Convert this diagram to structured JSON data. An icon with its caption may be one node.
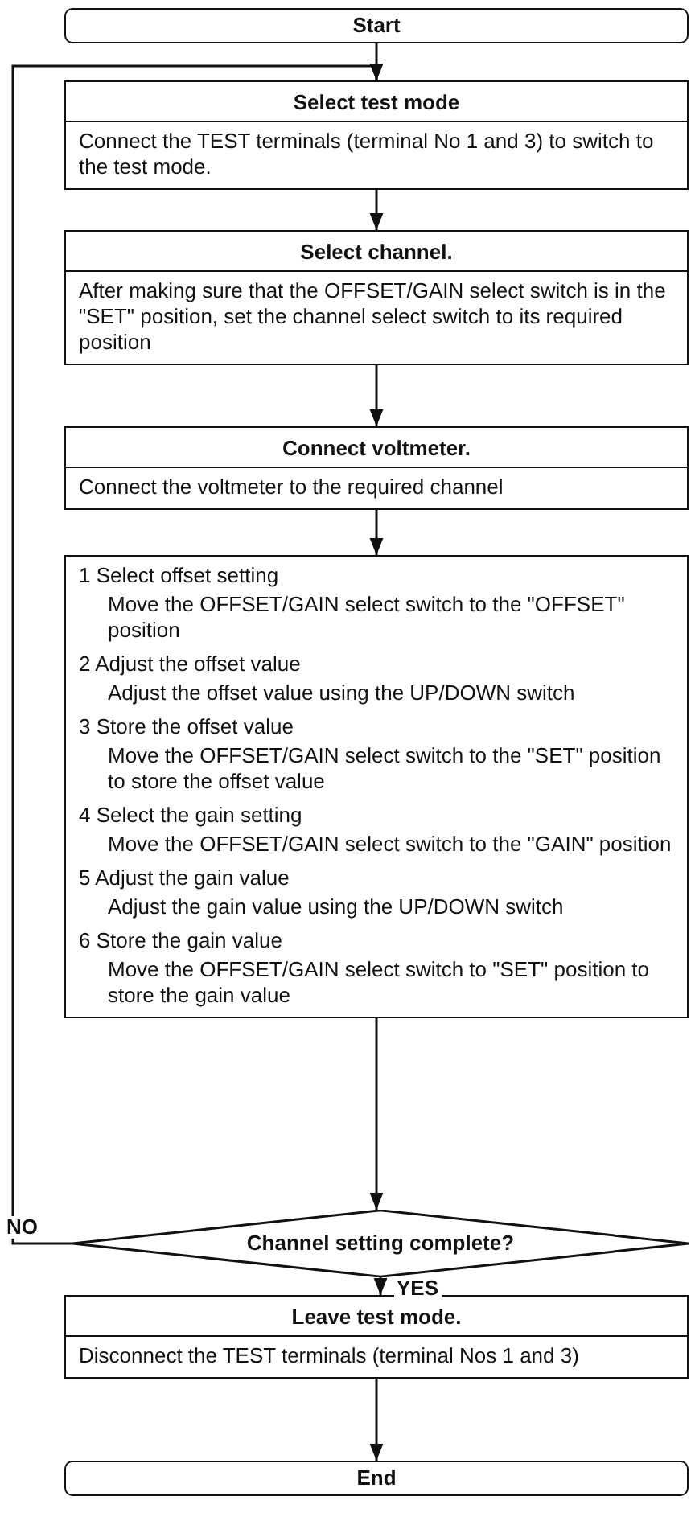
{
  "diagram": {
    "nodes": [
      {
        "text": [
          "Start"
        ]
      },
      {
        "text": [
          "Select test mode",
          "Connect the TEST terminals (terminal No  1 and 3) to switch to the test mode."
        ]
      },
      {
        "text": [
          "Select channel.",
          "After making sure that the OFFSET/GAIN select switch is in the \"SET\" position, set the channel select switch to its required position"
        ]
      },
      {
        "text": [
          "Connect voltmeter.",
          "Connect the voltmeter to the required channel"
        ]
      },
      {
        "text": [
          "1 Select offset setting",
          "Move the OFFSET/GAIN select switch to the \"OFFSET\" position",
          "2 Adjust the offset value",
          "Adjust the offset value using the UP/DOWN switch",
          "3 Store the offset value",
          "Move the OFFSET/GAIN select switch to the \"SET\" position to store the offset value",
          "4 Select the gain setting",
          "Move the OFFSET/GAIN select switch to the \"GAIN\" position",
          "5 Adjust the gain value",
          "Adjust the gain value using the UP/DOWN switch",
          "6 Store the gain value",
          "Move the OFFSET/GAIN select switch to \"SET\" position to store the gain value"
        ]
      },
      {
        "text": [
          "Channel setting complete?"
        ]
      },
      {
        "text": [
          "Leave test mode.",
          "Disconnect the TEST terminals (terminal Nos 1 and 3)"
        ]
      },
      {
        "text": [
          "End"
        ]
      }
    ],
    "edges": [
      {
        "from": 0,
        "to": 1,
        "arrow": "to"
      },
      {
        "from": 1,
        "to": 2,
        "arrow": "to"
      },
      {
        "from": 2,
        "to": 3,
        "arrow": "to"
      },
      {
        "from": 3,
        "to": 4,
        "arrow": "to"
      },
      {
        "from": 4,
        "to": 5,
        "arrow": "to"
      },
      {
        "from": 5,
        "to": 6,
        "arrow": "to",
        "label": "YES"
      },
      {
        "from": 5,
        "to": 1,
        "arrow": "to",
        "label": "NO"
      },
      {
        "from": 6,
        "to": 7,
        "arrow": "to"
      }
    ]
  }
}
